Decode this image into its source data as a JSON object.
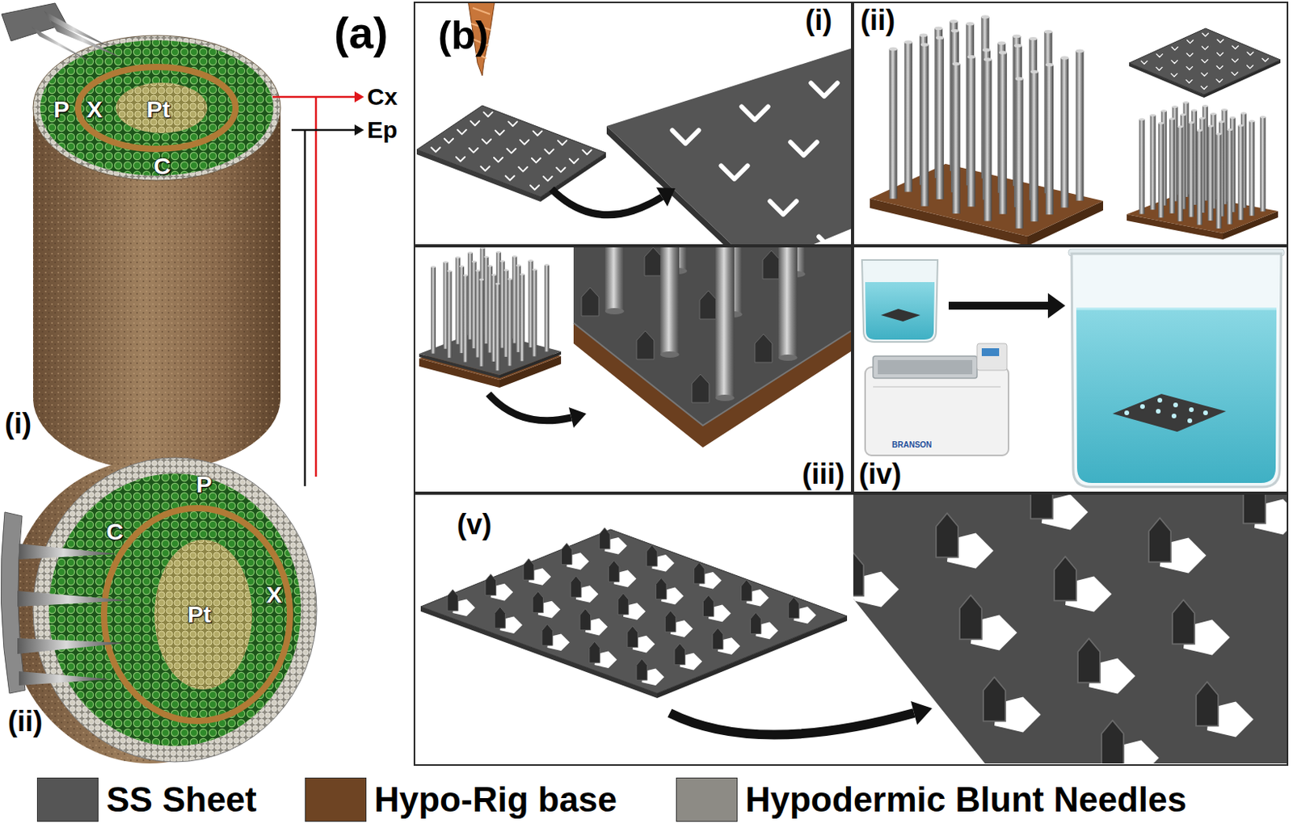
{
  "diagram": {
    "nodes": [
      {
        "text": [
          "(b)",
          "(i)"
        ]
      },
      {
        "text": [
          "(ii)"
        ]
      },
      {
        "text": [
          "(iii)"
        ]
      },
      {
        "text": [
          "(iv)"
        ]
      },
      {
        "text": [
          "(v)"
        ]
      }
    ],
    "labels": [
      "(a)",
      "P",
      "X",
      "Pt",
      "C",
      "Cx",
      "Ep",
      "(i)",
      "P",
      "C",
      "X",
      "Pt",
      "(ii)",
      "BRANSON"
    ],
    "legend": [
      {
        "text": "SS Sheet",
        "color": "#555555"
      },
      {
        "text": "Hypo-Rig base",
        "color": "#6e4423"
      },
      {
        "text": "Hypodermic Blunt Needles",
        "color": "#8d8b85"
      }
    ]
  }
}
